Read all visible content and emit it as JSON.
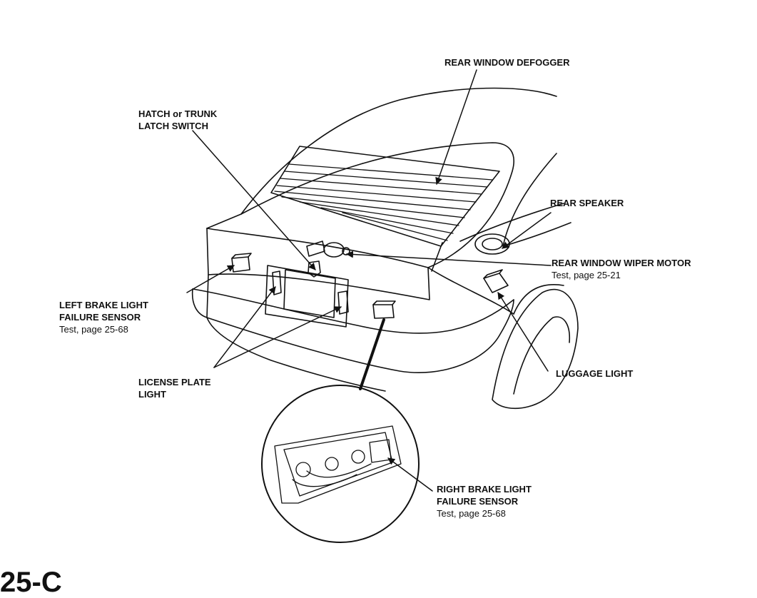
{
  "labels": {
    "rear_window_defogger": "REAR WINDOW DEFOGGER",
    "hatch_switch_line1": "HATCH or TRUNK",
    "hatch_switch_line2": "LATCH SWITCH",
    "rear_speaker": "REAR SPEAKER",
    "wiper_motor": "REAR WINDOW WIPER MOTOR",
    "wiper_motor_test": "Test, page 25-21",
    "left_sensor_line1": "LEFT BRAKE LIGHT",
    "left_sensor_line2": "FAILURE SENSOR",
    "left_sensor_test": "Test, page 25-68",
    "license_line1": "LICENSE PLATE",
    "license_line2": "LIGHT",
    "luggage_light": "LUGGAGE LIGHT",
    "right_sensor_line1": "RIGHT BRAKE LIGHT",
    "right_sensor_line2": "FAILURE SENSOR",
    "right_sensor_test": "Test, page 25-68"
  },
  "page_number_fragment": "25-C"
}
